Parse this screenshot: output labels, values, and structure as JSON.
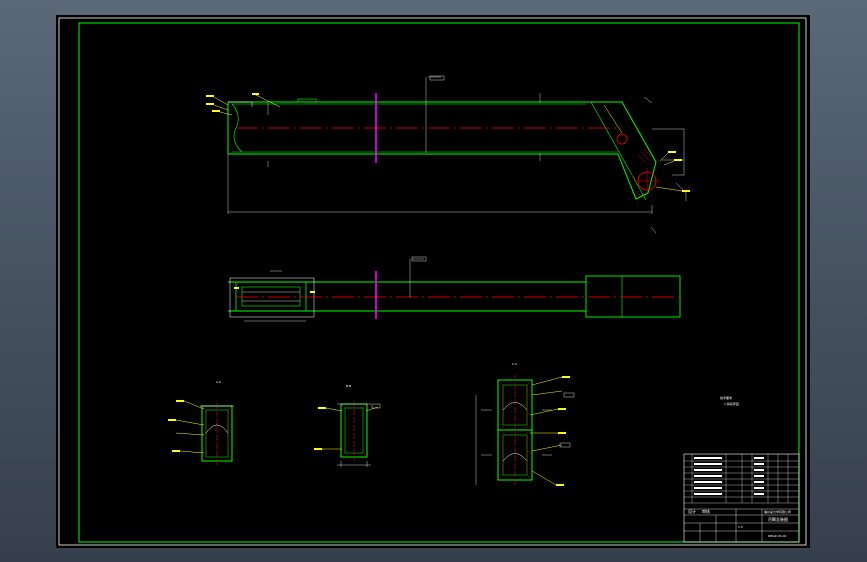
{
  "title_block": {
    "header_row": [
      "",
      "",
      "",
      "",
      "",
      "",
      "",
      ""
    ],
    "company": "福州某大学有限公司",
    "drawing_title": "吊臂总装图",
    "drawing_no": "DBGZ-00-00",
    "designer_label": "设计",
    "checker_label": "审核",
    "scale_label": "1:5"
  },
  "notes": {
    "line1": "技术要求",
    "line2": "1.焊接牢固"
  },
  "view_labels": {
    "section_a": "A-A",
    "section_b": "B-B",
    "section_c": "C-C"
  },
  "colors": {
    "outline": "#00ff00",
    "centerline": "#ff0000",
    "dimension": "#ffffff",
    "leader": "#ffff00",
    "cut_plane": "#ff00ff",
    "hatch": "#ff0000"
  }
}
